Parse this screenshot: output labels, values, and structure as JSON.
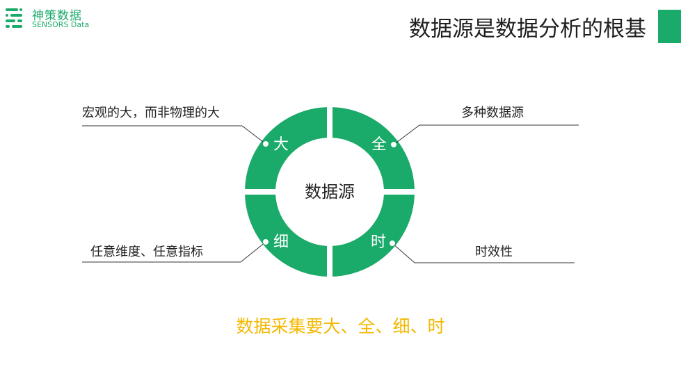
{
  "header": {
    "logo_cn": "神策数据",
    "logo_en": "SENSORS Data",
    "title": "数据源是数据分析的根基"
  },
  "diagram": {
    "center": "数据源",
    "quadrants": {
      "top_left": "大",
      "top_right": "全",
      "bottom_left": "细",
      "bottom_right": "时"
    },
    "labels": {
      "top_left": "宏观的大，而非物理的大",
      "top_right": "多种数据源",
      "bottom_left": "任意维度、任意指标",
      "bottom_right": "时效性"
    }
  },
  "footer": "数据采集要大、全、细、时",
  "colors": {
    "brand": "#1aaa69",
    "accent": "#f4b800"
  }
}
